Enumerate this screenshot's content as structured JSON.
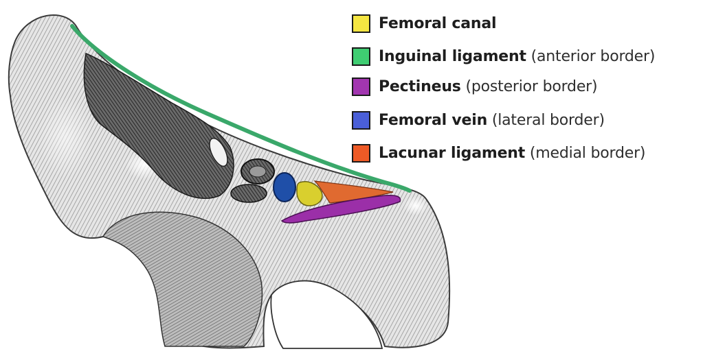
{
  "legend": {
    "items": [
      {
        "term": "Femoral canal",
        "detail": "",
        "color": "#f5e642"
      },
      {
        "term": "Inguinal ligament",
        "detail": "(anterior border)",
        "color": "#3fcd72"
      },
      {
        "term": "Pectineus",
        "detail": "(posterior border)",
        "color": "#a236b0"
      },
      {
        "term": "Femoral vein",
        "detail": "(lateral border)",
        "color": "#4a5fd8"
      },
      {
        "term": "Lacunar ligament",
        "detail": "(medial border)",
        "color": "#ee5a26"
      }
    ]
  },
  "illustration": {
    "subject": "engraving-pelvic-bone-with-femoral-canal-boundaries",
    "highlight_colors": {
      "femoral_canal": "#d9cf2e",
      "inguinal_ligament": "#3aa86a",
      "pectineus": "#9b2fa8",
      "femoral_vein": "#1f4fa8",
      "lacunar_ligament": "#e06a30"
    }
  }
}
